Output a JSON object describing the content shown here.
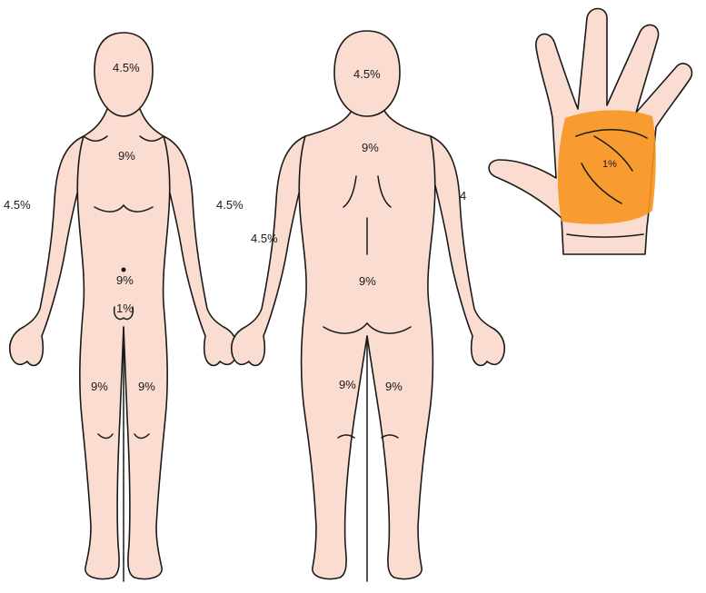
{
  "front": {
    "head": "4.5%",
    "chest": "9%",
    "arm_right_side": "4.5%",
    "arm_left_side": "4.5%",
    "abdomen": "9%",
    "genitals": "1%",
    "leg_right": "9%",
    "leg_left": "9%"
  },
  "back": {
    "head": "4.5%",
    "upper_back": "9%",
    "arm": "4.5%",
    "arm_cut": "4",
    "lower_back": "9%",
    "leg_right": "9%",
    "leg_left": "9%"
  },
  "palm": {
    "label": "1%",
    "highlight_color": "#f7931e"
  },
  "colors": {
    "skin": "#fadcd0",
    "outline": "#1a1a1a"
  }
}
